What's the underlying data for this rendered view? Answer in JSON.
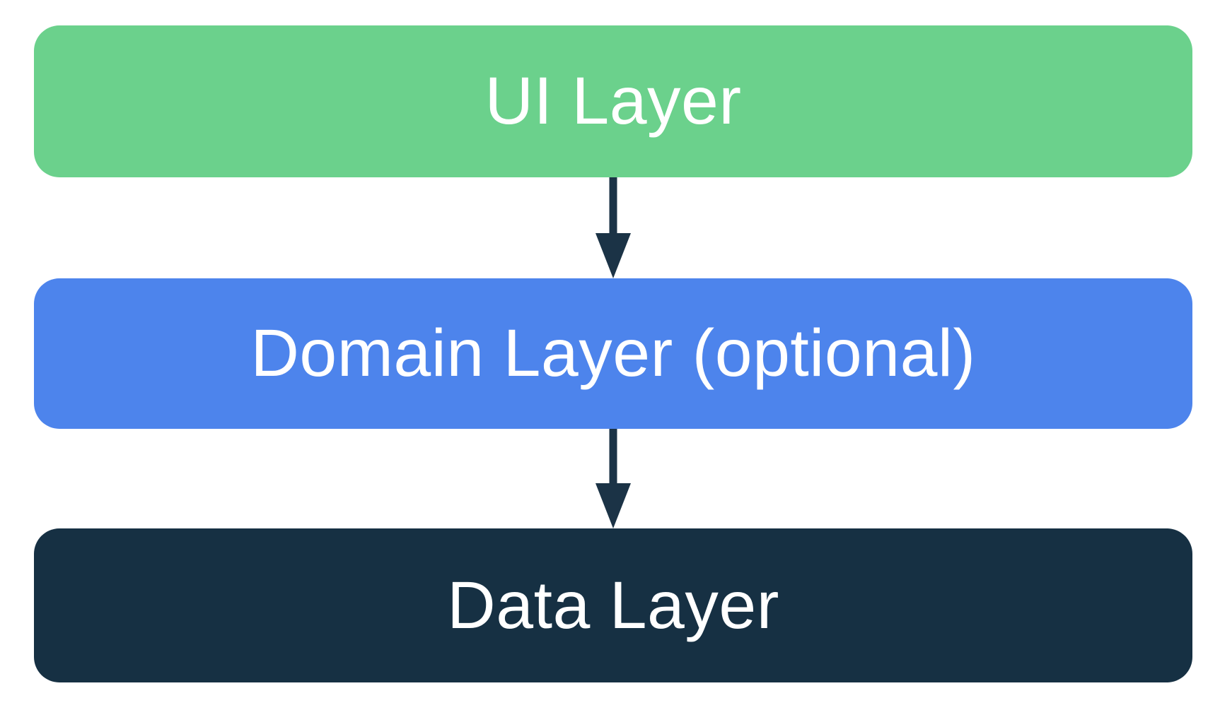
{
  "diagram": {
    "background_color": "#FFFFFF",
    "text_color": "#FFFFFF",
    "arrow_color": "#1B3346",
    "layers": [
      {
        "id": "ui",
        "label": "UI Layer",
        "fill_color": "#6BD18C"
      },
      {
        "id": "domain",
        "label": "Domain Layer (optional)",
        "fill_color": "#4D84EC"
      },
      {
        "id": "data",
        "label": "Data Layer",
        "fill_color": "#163043"
      }
    ],
    "connectors": [
      {
        "from": "UI Layer",
        "to": "Domain Layer (optional)",
        "direction": "down"
      },
      {
        "from": "Domain Layer (optional)",
        "to": "Data Layer",
        "direction": "down"
      }
    ]
  }
}
